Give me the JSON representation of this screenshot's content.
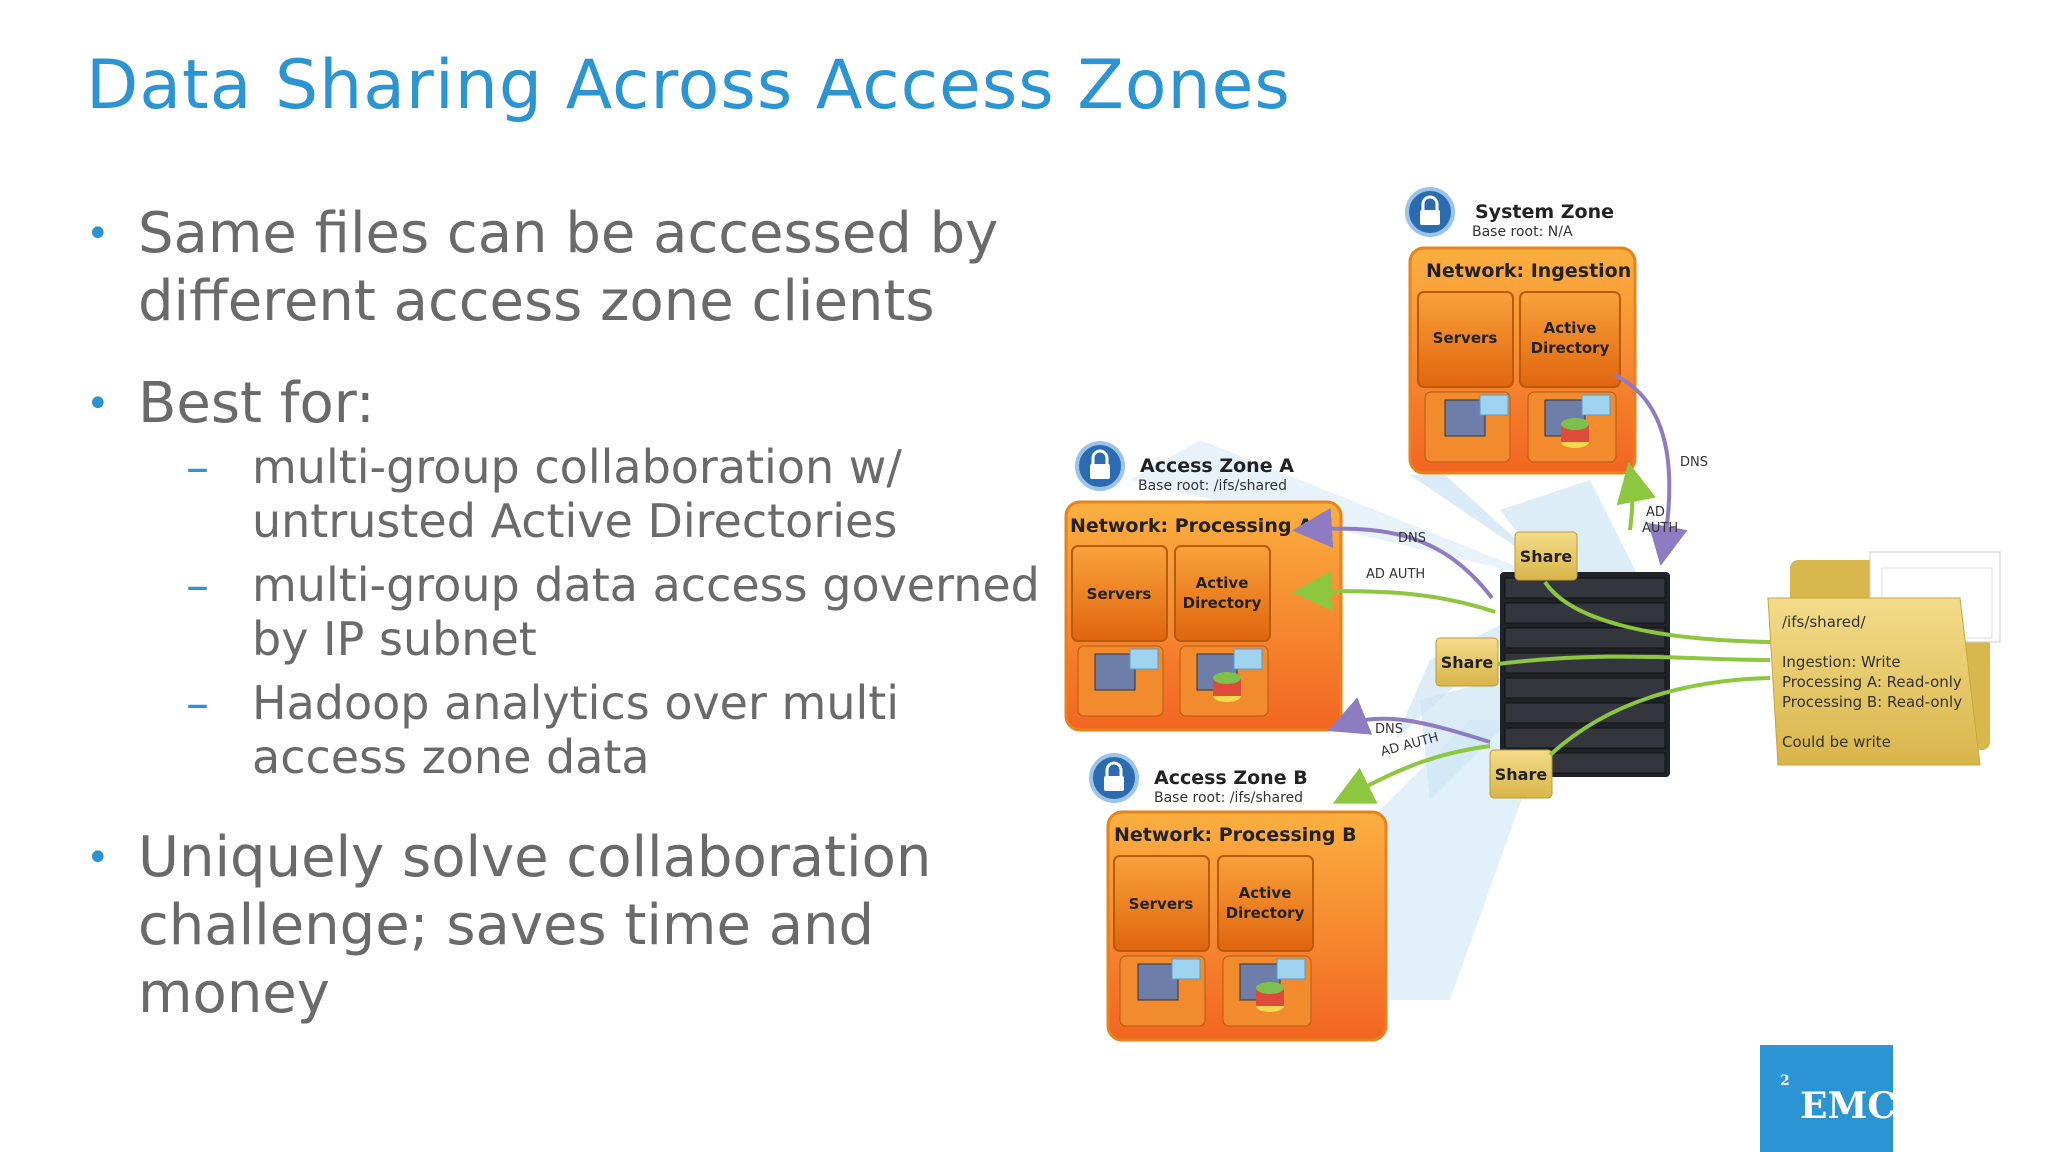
{
  "title": "Data Sharing Across Access Zones",
  "bullets": [
    {
      "text": "Same files can be accessed by different access zone clients"
    },
    {
      "text": "Best for:",
      "subitems": [
        {
          "text": "multi-group collaboration w/ untrusted Active Directories"
        },
        {
          "text": "multi-group data access governed by IP subnet"
        },
        {
          "text": "Hadoop analytics over multi access zone data"
        }
      ]
    },
    {
      "text": "Uniquely solve collaboration challenge; saves time and money"
    }
  ],
  "diagram": {
    "system_zone": {
      "name": "System Zone",
      "base_root": "Base root: N/A",
      "network": "Network: Ingestion",
      "servers": "Servers",
      "active_directory_1": "Active",
      "active_directory_2": "Directory"
    },
    "zone_a": {
      "name": "Access Zone A",
      "base_root": "Base root: /ifs/shared",
      "network": "Network: Processing A",
      "servers": "Servers",
      "active_directory_1": "Active",
      "active_directory_2": "Directory"
    },
    "zone_b": {
      "name": "Access Zone B",
      "base_root": "Base root: /ifs/shared",
      "network": "Network: Processing B",
      "servers": "Servers",
      "active_directory_1": "Active",
      "active_directory_2": "Directory"
    },
    "share_label": "Share",
    "dns_label": "DNS",
    "ad_auth_label": "AD AUTH",
    "ad_label": "AD",
    "auth_label": "AUTH",
    "folder": {
      "path": "/ifs/shared/",
      "line1": "Ingestion: Write",
      "line2": "Processing A: Read-only",
      "line3": "Processing B: Read-only",
      "line4": "Could be write"
    }
  },
  "logo": {
    "text": "EMC",
    "superscript": "2"
  },
  "colors": {
    "title": "#2b94d3",
    "orange": "#f7941d",
    "green": "#8dc63f",
    "purple": "#8e7cc3",
    "folder": "#e6c866"
  }
}
